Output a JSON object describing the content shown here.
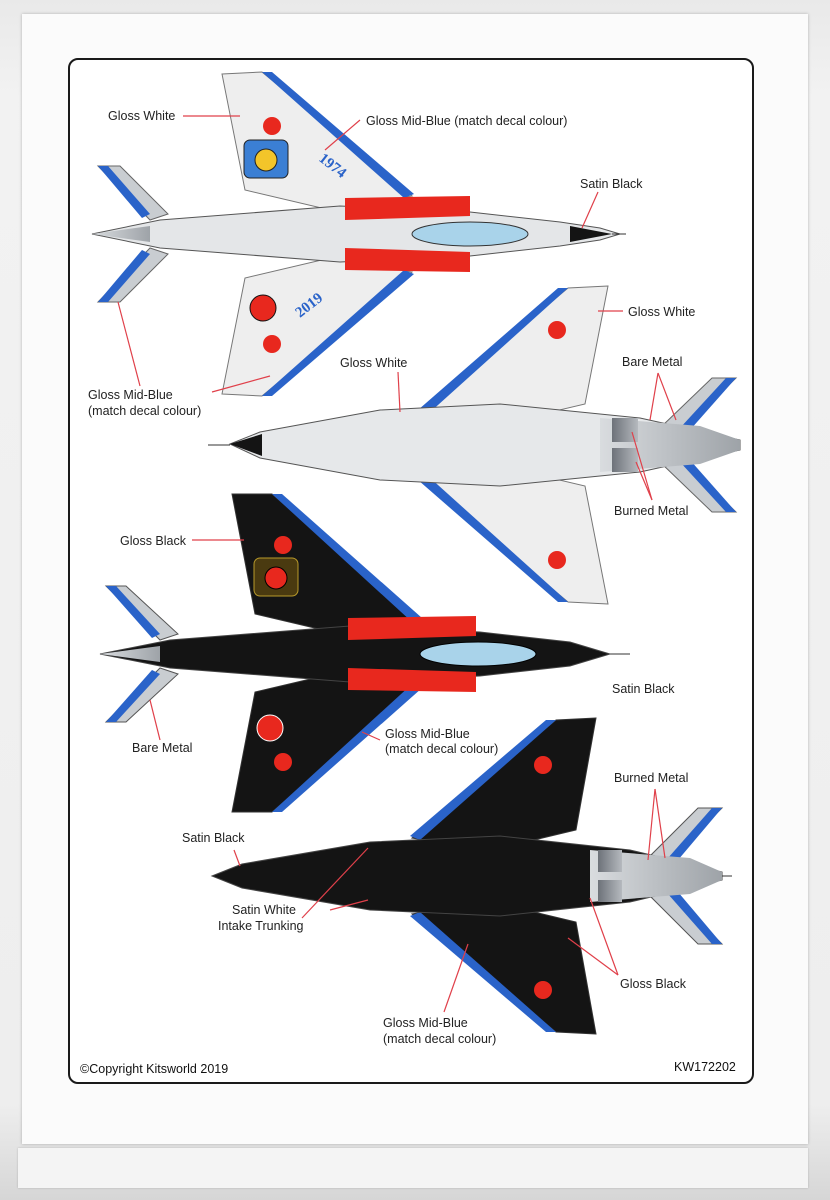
{
  "labels": {
    "gloss_white_1": "Gloss White",
    "gloss_mid_blue_top": "Gloss Mid-Blue (match decal colour)",
    "satin_black_1": "Satin Black",
    "gloss_mid_blue_left_1": "Gloss Mid-Blue",
    "gloss_mid_blue_left_2": "(match decal colour)",
    "gloss_white_2": "Gloss White",
    "gloss_white_3": "Gloss White",
    "bare_metal_1": "Bare Metal",
    "burned_metal_1": "Burned Metal",
    "gloss_black_1": "Gloss Black",
    "satin_black_2": "Satin Black",
    "bare_metal_2": "Bare Metal",
    "gloss_mid_blue_mid_1": "Gloss Mid-Blue",
    "gloss_mid_blue_mid_2": "(match decal colour)",
    "burned_metal_2": "Burned Metal",
    "satin_black_3": "Satin Black",
    "satin_white_1": "Satin White",
    "satin_white_2": "Intake Trunking",
    "gloss_black_2": "Gloss Black",
    "gloss_mid_blue_bottom_1": "Gloss Mid-Blue",
    "gloss_mid_blue_bottom_2": "(match decal colour)"
  },
  "decals": {
    "year_top": "1974",
    "year_bottom": "2019"
  },
  "footer": {
    "copyright": "©Copyright Kitsworld 2019",
    "code": "KW172202"
  },
  "colors": {
    "gloss_white": "#eeeeee",
    "mid_blue": "#2a63c9",
    "black": "#141414",
    "red": "#e8281e",
    "canopy": "#a9d3ea",
    "metal": "#b8bcc0",
    "burned_metal": "#8a8f96",
    "leader_line": "#e0404a"
  }
}
